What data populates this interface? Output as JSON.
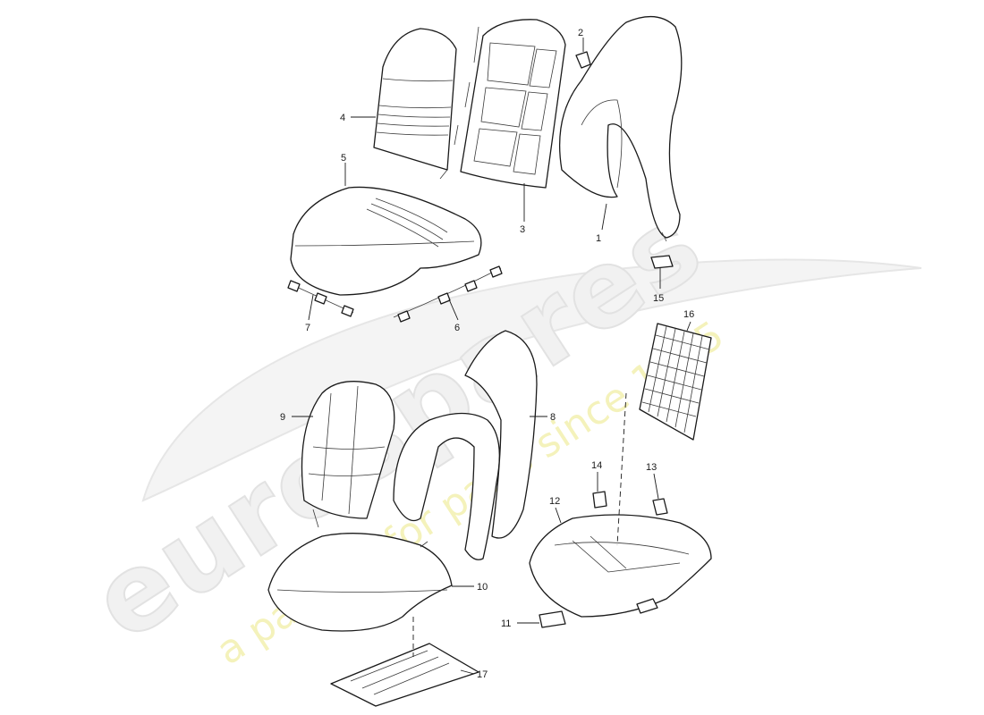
{
  "watermark": {
    "logo_text": "eurospares",
    "tagline": "a passion for parts since 1985",
    "tagline_color": "#f0ec9c"
  },
  "callouts": [
    "1",
    "2",
    "3",
    "4",
    "5",
    "6",
    "7",
    "8",
    "9",
    "10",
    "11",
    "12",
    "13",
    "14",
    "15",
    "16",
    "17"
  ],
  "colors": {
    "line": "#1a1a1a",
    "background": "#ffffff"
  }
}
